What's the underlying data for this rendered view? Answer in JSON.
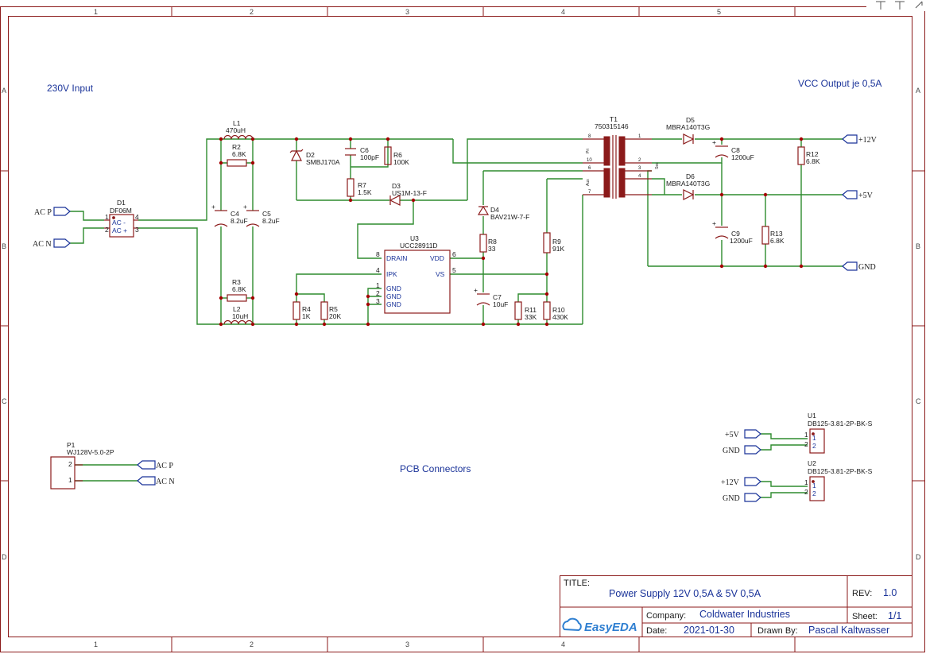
{
  "notes": {
    "input": "230V Input",
    "output": "VCC Output je 0,5A",
    "connectors": "PCB Connectors"
  },
  "grid": {
    "columns": [
      "1",
      "2",
      "3",
      "4",
      "5"
    ],
    "rows": [
      "A",
      "B",
      "C",
      "D"
    ]
  },
  "components": {
    "D1": {
      "ref": "D1",
      "value": "DF06M",
      "pins": {
        "p1": "1",
        "p2": "2",
        "p3": "3",
        "p4": "4"
      },
      "labels": {
        "ac_minus": "AC  -",
        "ac_plus": "AC  +"
      }
    },
    "L1": {
      "ref": "L1",
      "value": "470uH"
    },
    "L2": {
      "ref": "L2",
      "value": "10uH"
    },
    "R2": {
      "ref": "R2",
      "value": "6.8K"
    },
    "R3": {
      "ref": "R3",
      "value": "6.8K"
    },
    "C4": {
      "ref": "C4",
      "value": "8.2uF"
    },
    "C5": {
      "ref": "C5",
      "value": "8.2uF"
    },
    "D2": {
      "ref": "D2",
      "value": "SMBJ170A"
    },
    "C6": {
      "ref": "C6",
      "value": "100pF"
    },
    "R6": {
      "ref": "R6",
      "value": "100K"
    },
    "R7": {
      "ref": "R7",
      "value": "1.5K"
    },
    "D3": {
      "ref": "D3",
      "value": "US1M-13-F"
    },
    "U3": {
      "ref": "U3",
      "value": "UCC28911D",
      "pins": [
        {
          "num": "8",
          "name": "DRAIN"
        },
        {
          "num": "4",
          "name": "IPK"
        },
        {
          "num": "1",
          "name": "GND"
        },
        {
          "num": "2",
          "name": "GND"
        },
        {
          "num": "3",
          "name": "GND"
        },
        {
          "num": "6",
          "name": "VDD"
        },
        {
          "num": "5",
          "name": "VS"
        }
      ]
    },
    "R4": {
      "ref": "R4",
      "value": "1K"
    },
    "R5": {
      "ref": "R5",
      "value": "20K"
    },
    "D4": {
      "ref": "D4",
      "value": "BAV21W-7-F"
    },
    "R8": {
      "ref": "R8",
      "value": "33"
    },
    "C7": {
      "ref": "C7",
      "value": "10uF"
    },
    "R9": {
      "ref": "R9",
      "value": "91K"
    },
    "R11": {
      "ref": "R11",
      "value": "33K"
    },
    "R10": {
      "ref": "R10",
      "value": "430K"
    },
    "T1": {
      "ref": "T1",
      "value": "750315146",
      "pins": [
        "8",
        "10",
        "6",
        "7",
        "1",
        "2",
        "3",
        "4"
      ],
      "windings": [
        "Pri",
        "Sec",
        "Aux"
      ]
    },
    "D5": {
      "ref": "D5",
      "value": "MBRA140T3G"
    },
    "D6": {
      "ref": "D6",
      "value": "MBRA140T3G"
    },
    "C8": {
      "ref": "C8",
      "value": "1200uF"
    },
    "C9": {
      "ref": "C9",
      "value": "1200uF"
    },
    "R12": {
      "ref": "R12",
      "value": "6.8K"
    },
    "R13": {
      "ref": "R13",
      "value": "6.8K"
    },
    "P1": {
      "ref": "P1",
      "value": "WJ128V-5.0-2P",
      "pins": [
        "2",
        "1"
      ]
    },
    "U1": {
      "ref": "U1",
      "value": "DB125-3.81-2P-BK-S",
      "pins": [
        "1",
        "2"
      ]
    },
    "U2": {
      "ref": "U2",
      "value": "DB125-3.81-2P-BK-S",
      "pins": [
        "1",
        "2"
      ]
    }
  },
  "nets": {
    "acp": "AC P",
    "acn": "AC N",
    "p12v": "+12V",
    "p5v": "+5V",
    "gnd": "GND"
  },
  "title_block": {
    "title_label": "TITLE:",
    "title": "Power Supply 12V 0,5A & 5V 0,5A",
    "rev_label": "REV:",
    "rev": "1.0",
    "company_label": "Company:",
    "company": "Coldwater Industries",
    "sheet_label": "Sheet:",
    "sheet": "1/1",
    "date_label": "Date:",
    "date": "2021-01-30",
    "drawn_label": "Drawn By:",
    "drawn_by": "Pascal Kaltwasser",
    "logo_text": "EasyEDA"
  },
  "toolbar": {
    "pin_icon_1": "pin-icon",
    "pin_icon_2": "pin-icon",
    "cursor_icon": "arrow-icon"
  }
}
